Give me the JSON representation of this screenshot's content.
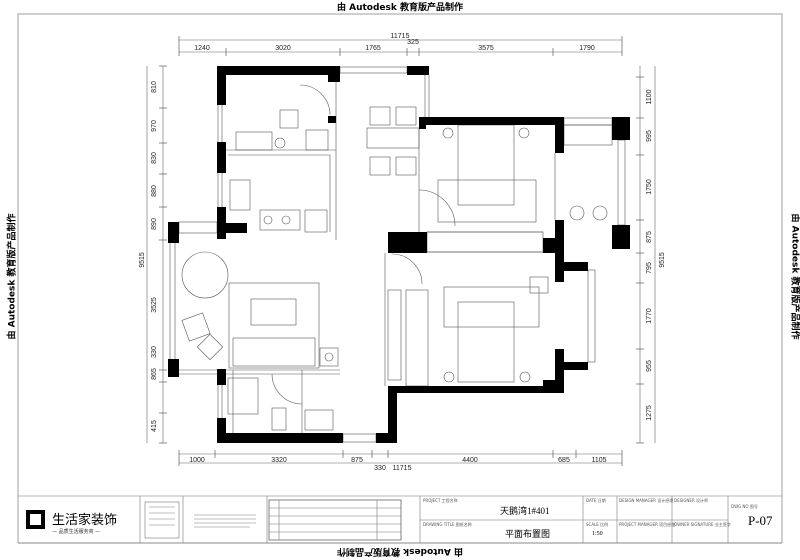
{
  "watermark": "由 Autodesk 教育版产品制作",
  "dimensions": {
    "top_total": "11715",
    "top": [
      "1240",
      "3020",
      "1765",
      "325",
      "3575",
      "1790"
    ],
    "bottom_total": "11715",
    "bottom": [
      "1000",
      "3320",
      "875",
      "330",
      "4400",
      "685",
      "1105"
    ],
    "left_total": "9515",
    "left": [
      "810",
      "970",
      "830",
      "880",
      "890",
      "3525",
      "330",
      "865",
      "415"
    ],
    "right_total": "9515",
    "right": [
      "1100",
      "995",
      "1750",
      "875",
      "795",
      "1770",
      "955",
      "1275"
    ]
  },
  "title_block": {
    "company": "生活家装饰",
    "slogan": "— 品质生活服务商 —",
    "project_label": "PROJECT 工程名称",
    "project": "天鹅湾1#401",
    "drawing_title_label": "DRAWING TITLE 图纸名称",
    "drawing_title": "平面布置图",
    "date_label": "DATE 日期",
    "scale_label": "SCALE 比例",
    "scale": "1:50",
    "design_manager_label": "DESIGN MANAGER 设计经理",
    "designer_label": "DESIGNER 设计师",
    "project_manager_label": "PROJECT MANAGER 项目经理",
    "owner_signature_label": "OWNER SIGNATURE 业主签字",
    "dwg_no_label": "DWG NO 图号",
    "dwg_no": "P-07"
  },
  "colors": {
    "wall": "#000000",
    "line": "#555555"
  }
}
